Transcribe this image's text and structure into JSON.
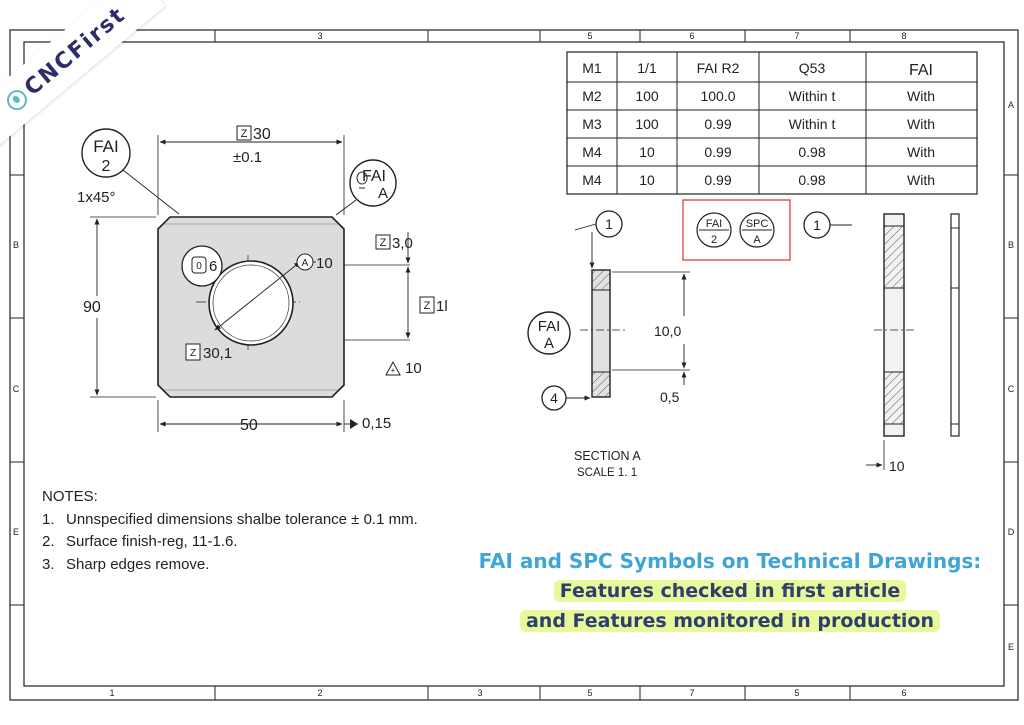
{
  "logo": {
    "text": "CNCFirst"
  },
  "frame": {
    "top_zones": [
      "3",
      "5",
      "6",
      "7",
      "8"
    ],
    "bottom_zones": [
      "1",
      "2",
      "3",
      "5",
      "7",
      "5",
      "6"
    ],
    "right_zones": [
      "A",
      "B",
      "C",
      "D",
      "E"
    ],
    "left_zones": [
      "B",
      "C",
      "E"
    ]
  },
  "table": {
    "rows": [
      [
        "M1",
        "1/1",
        "FAI R2",
        "Q53",
        "FAI"
      ],
      [
        "M2",
        "100",
        "100.0",
        "Within t",
        "With"
      ],
      [
        "M3",
        "100",
        "0.99",
        "Within t",
        "With"
      ],
      [
        "M4",
        "10",
        "0.99",
        "0.98",
        "With"
      ],
      [
        "M4",
        "10",
        "0.99",
        "0.98",
        "With"
      ]
    ]
  },
  "front_view": {
    "fai_balloon_top": "FAI",
    "fai_balloon_bottom": "2",
    "fai_balloon_right_top": "FAI",
    "fai_balloon_right_bottom": "A",
    "chamfer": "1x45°",
    "width_top": "30",
    "width_top_tol": "±0.1",
    "dim_right_1": "3,0",
    "dim_right_2": "1l",
    "height_left": "90",
    "width_bottom": "50",
    "width_bottom_tol": "0,15",
    "hole_callout_1": "6",
    "hole_callout_2": "10",
    "hole_callout_3": "30,1",
    "datum_note": "10"
  },
  "section_view": {
    "balloon_1": "1",
    "balloon_4": "4",
    "fai_top": "FAI",
    "fai_bottom": "A",
    "dim_thickness": "10,0",
    "dim_small": "0,5",
    "label": "SECTION A",
    "scale": "SCALE 1. 1"
  },
  "symbol_box": {
    "fai_top": "FAI",
    "fai_bottom": "2",
    "spc_top": "SPC",
    "spc_bottom": "A"
  },
  "side_view": {
    "balloon_1": "1",
    "dim_bottom": "10"
  },
  "notes": {
    "heading": "NOTES:",
    "items": [
      {
        "num": "1.",
        "text": "Unnspecified dimensions shalbe tolerance ± 0.1 mm."
      },
      {
        "num": "2.",
        "text": "Surface finish-reg, 11-1.6."
      },
      {
        "num": "3.",
        "text": "Sharp edges remove."
      }
    ]
  },
  "caption": {
    "line1": "FAI and SPC Symbols on Technical Drawings:",
    "line2": "Features checked in first article",
    "line3": "and Features monitored in production"
  },
  "colors": {
    "line": "#222222",
    "part_fill": "#dcdcdc",
    "highlight_box": "#e23b3b",
    "caption_blue": "#3fa4d6",
    "caption_navy": "#2c3f6e",
    "highlight": "#e1f578",
    "logo": "#2c2d66"
  }
}
